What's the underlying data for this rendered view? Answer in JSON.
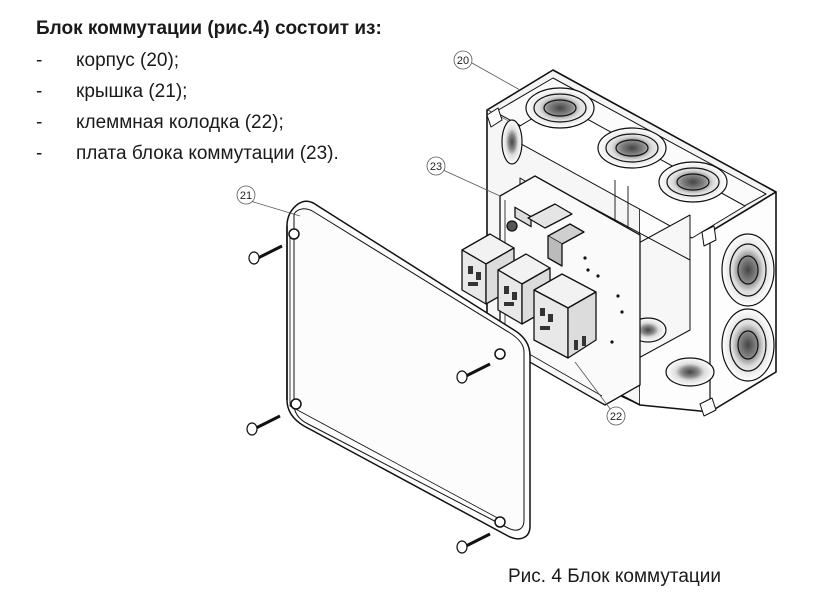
{
  "heading": "Блок коммутации (рис.4) состоит из:",
  "parts": [
    {
      "marker": "-",
      "text": "корпус (20);"
    },
    {
      "marker": "-",
      "text": "крышка (21);"
    },
    {
      "marker": "-",
      "text": "клеммная колодка (22);"
    },
    {
      "marker": "-",
      "text": "плата блока коммутации (23)."
    }
  ],
  "callouts": {
    "housing": "20",
    "lid": "21",
    "terminal_block": "22",
    "board": "23"
  },
  "caption": "Рис. 4 Блок коммутации"
}
